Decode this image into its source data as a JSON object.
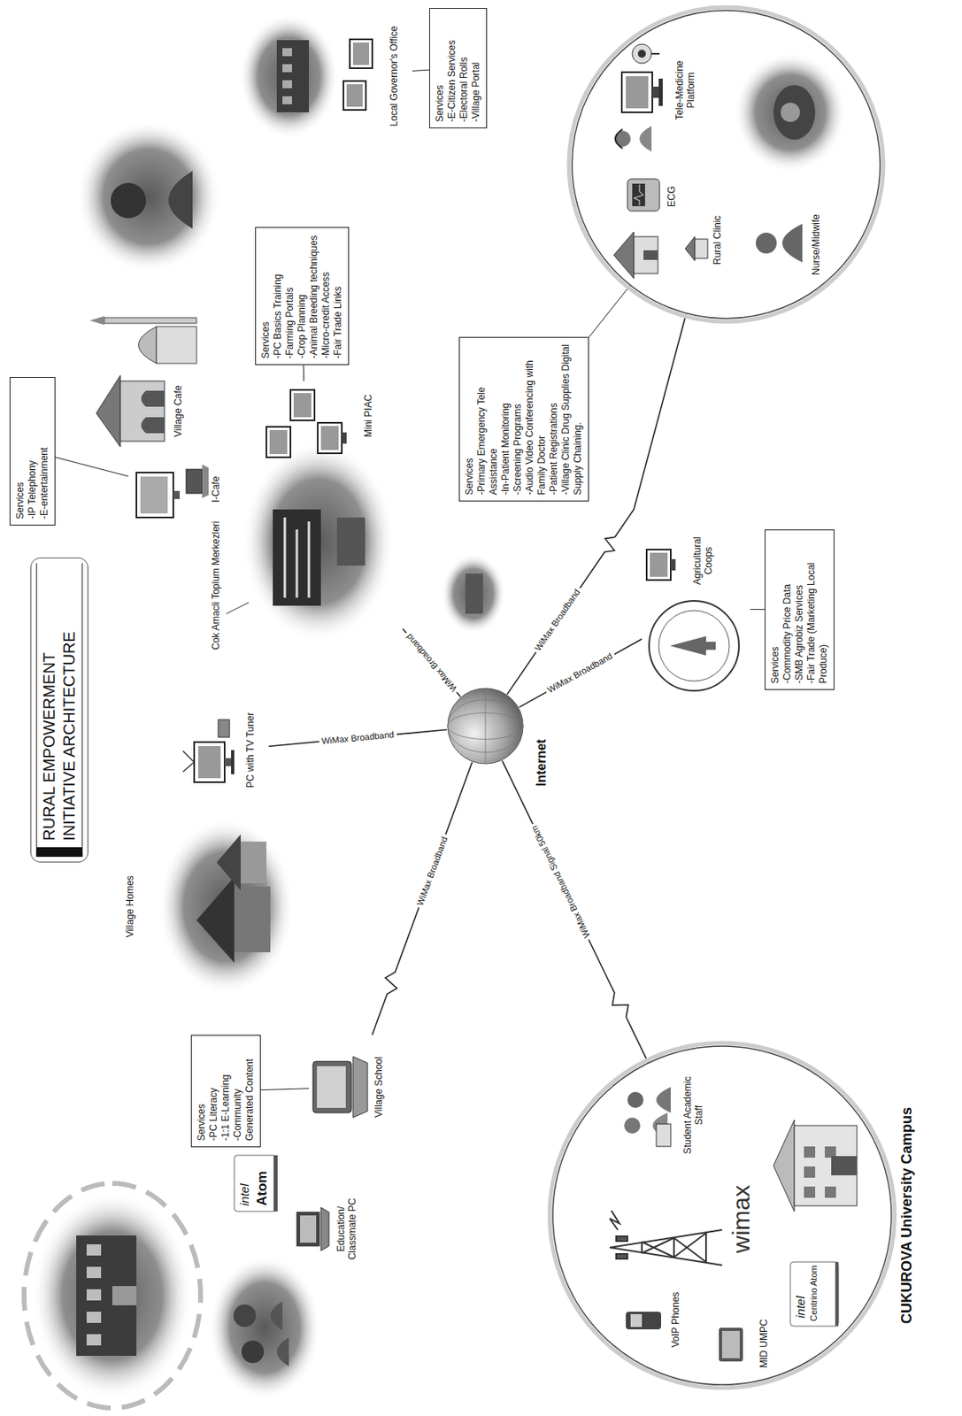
{
  "diagram": {
    "title": "RURAL EMPOWERMENT INITIATIVE ARCHITECTURE",
    "nodes": [
      {
        "text": [
          "Internet"
        ]
      },
      {
        "text": [
          "CUKUROVA University Campus",
          "Student Academic Staff",
          "VoIP Phones",
          "MID UMPC"
        ]
      },
      {
        "text": [
          "Village School"
        ]
      },
      {
        "text": [
          "Services",
          "-PC Literacy",
          "-1:1 E-Learning",
          "-Community Generated Content"
        ]
      },
      {
        "text": [
          "Village Homes"
        ]
      },
      {
        "text": [
          "PC with TV Tuner"
        ]
      },
      {
        "text": [
          "I-Cafe"
        ]
      },
      {
        "text": [
          "Village Cafe"
        ]
      },
      {
        "text": [
          "Services",
          "-IP Telephony",
          "-E-entertainment"
        ]
      },
      {
        "text": [
          "Cok Amacli Toplum Merkezleri",
          "Mini PIAC"
        ]
      },
      {
        "text": [
          "Services",
          "-PC Basics Training",
          "-Farming Portals",
          "-Crop Planning",
          "-Animal Breeding techniques",
          "-Micro-credit Access",
          "-Fair Trade Links"
        ]
      },
      {
        "text": [
          "Local Governor's Office"
        ]
      },
      {
        "text": [
          "Services",
          "-E-Citizen Services",
          "-Electoral Rolls",
          "-Village Portal"
        ]
      },
      {
        "text": [
          "ECG",
          "Tele-Medicine Platform",
          "Rural Clinic",
          "Nurse/Midwife"
        ]
      },
      {
        "text": [
          "Services",
          "-Primary Emergency Tele Assistance",
          "-In-Patient Monitoring",
          "-Screening Programs",
          "-Audio Video Conferencing with Family Doctor",
          "-Patient Registrations",
          "-Village Clinic Drug Supplies Digital Supply Chaining."
        ]
      },
      {
        "text": [
          "Agricultural Coops"
        ]
      },
      {
        "text": [
          "Services",
          "-Commodity Price Data",
          "-SMB Agrobiz Services",
          "-Fair Trade (Marketing Local Produce)"
        ]
      }
    ],
    "edges": [
      {
        "from": 1,
        "to": 0,
        "label": "WiMax Broadband Signal 50km",
        "arrow": "none"
      },
      {
        "from": 2,
        "to": 0,
        "label": "WiMax Broadband",
        "arrow": "none"
      },
      {
        "from": 5,
        "to": 0,
        "label": "WiMax Broadband",
        "arrow": "none"
      },
      {
        "from": 9,
        "to": 0,
        "label": "WiMax Broadband",
        "arrow": "none"
      },
      {
        "from": 13,
        "to": 0,
        "label": "WiMax Broadband",
        "arrow": "none"
      },
      {
        "from": 15,
        "to": 0,
        "label": "WiMax Broadband",
        "arrow": "none"
      },
      {
        "from": 3,
        "to": 2,
        "arrow": "none"
      },
      {
        "from": 8,
        "to": 6,
        "arrow": "none"
      },
      {
        "from": 10,
        "to": 9,
        "arrow": "none"
      },
      {
        "from": 12,
        "to": 11,
        "arrow": "none"
      },
      {
        "from": 14,
        "to": 13,
        "arrow": "none"
      },
      {
        "from": 16,
        "to": 15,
        "arrow": "none"
      }
    ],
    "labels": [
      "intel",
      "Atom",
      "Education/ Classmate PC",
      "wimax",
      "intel",
      "Centrino Atom"
    ]
  }
}
